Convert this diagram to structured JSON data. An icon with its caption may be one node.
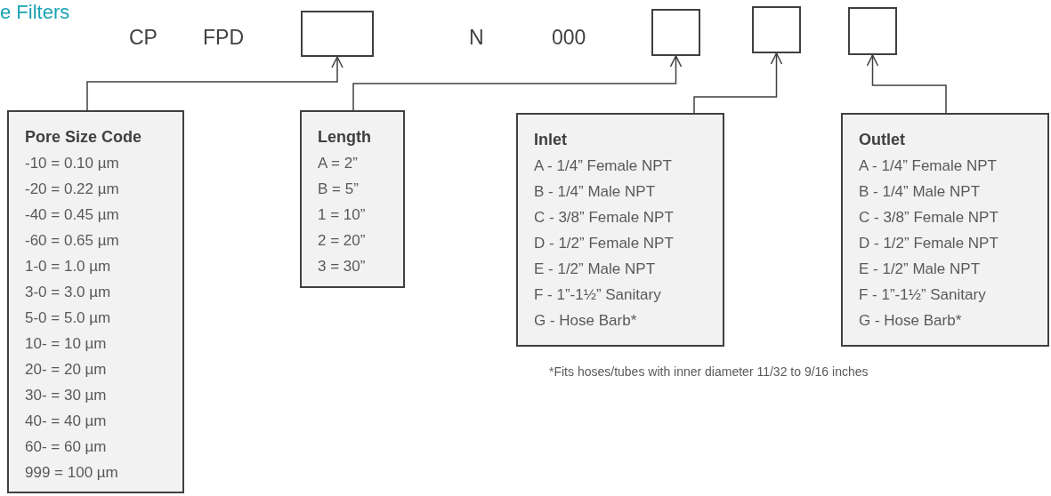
{
  "diagram": {
    "title": "e Filters",
    "nodes": [
      {
        "text": [],
        "shape": "box"
      },
      {
        "text": [],
        "shape": "box"
      },
      {
        "text": [],
        "shape": "box"
      },
      {
        "text": [],
        "shape": "box"
      },
      {
        "text": [
          "Pore Size Code",
          "-10 = 0.10 µm",
          "-20 = 0.22 µm",
          "-40 = 0.45 µm",
          "-60 = 0.65 µm",
          "1-0 = 1.0 µm",
          "3-0 = 3.0 µm",
          "5-0 = 5.0 µm",
          "10- = 10 µm",
          "20- = 20 µm",
          "30- = 30 µm",
          "40- = 40 µm",
          "60- = 60 µm",
          "999 = 100 µm"
        ]
      },
      {
        "text": [
          "Length",
          "A = 2”",
          "B = 5”",
          "1 = 10”",
          "2 = 20”",
          "3 = 30”"
        ]
      },
      {
        "text": [
          "Inlet",
          "A - 1/4” Female NPT",
          "B - 1/4” Male NPT",
          "C - 3/8” Female NPT",
          "D - 1/2” Female NPT",
          "E - 1/2” Male NPT",
          "F - 1”-1½” Sanitary",
          "G - Hose Barb*"
        ]
      },
      {
        "text": [
          "Outlet",
          "A - 1/4” Female NPT",
          "B - 1/4” Male NPT",
          "C - 3/8” Female NPT",
          "D - 1/2” Female NPT",
          "E - 1/2” Male NPT",
          "F - 1”-1½” Sanitary",
          "G - Hose Barb*"
        ]
      }
    ],
    "edges": [
      {
        "from": 4,
        "to": 0,
        "arrow": "to"
      },
      {
        "from": 5,
        "to": 1,
        "arrow": "to"
      },
      {
        "from": 6,
        "to": 2,
        "arrow": "to"
      },
      {
        "from": 7,
        "to": 3,
        "arrow": "to"
      }
    ],
    "labels": [
      "CP",
      "FPD",
      "N",
      "000",
      "*Fits hoses/tubes with inner diameter 11/32 to 9/16 inches"
    ]
  }
}
